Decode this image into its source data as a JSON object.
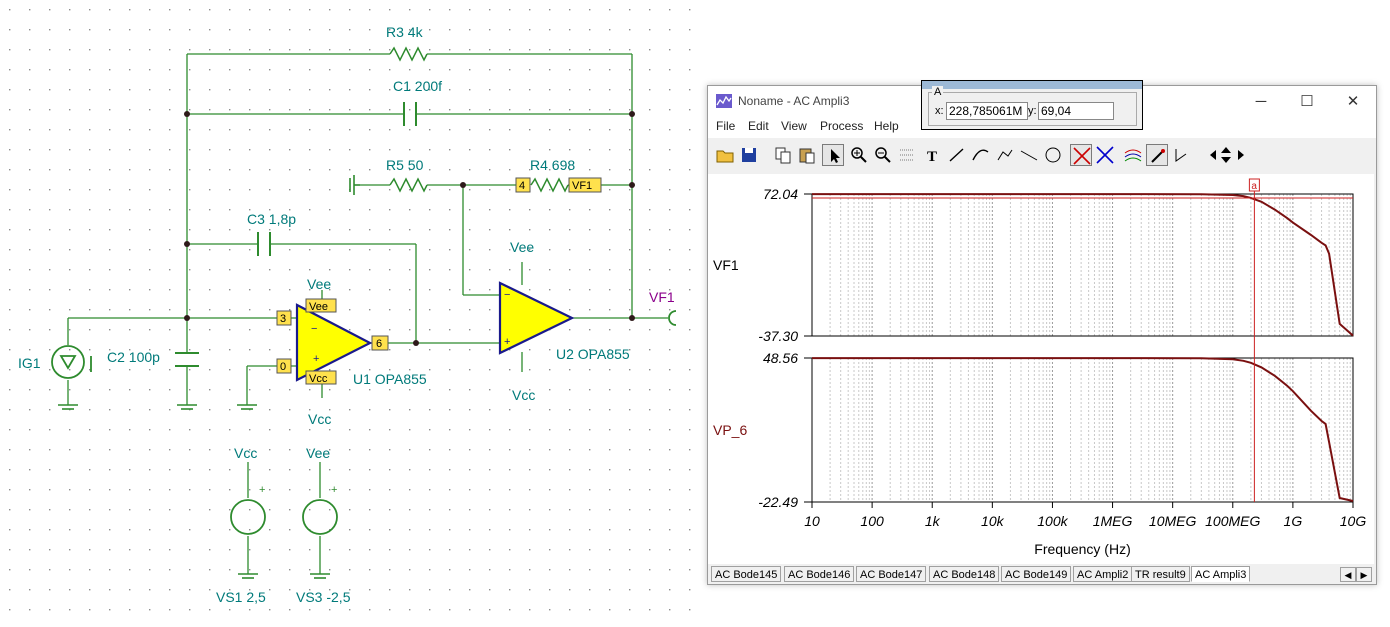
{
  "schematic": {
    "components": {
      "r3": "R3 4k",
      "c1": "C1 200f",
      "r5": "R5 50",
      "r4": "R4 698",
      "c3": "C3 1,8p",
      "c2": "C2 100p",
      "ig1": "IG1",
      "u1": "U1 OPA855",
      "u2": "U2 OPA855",
      "vs1": "VS1 2,5",
      "vs3": "VS3 -2,5"
    },
    "nets": {
      "vee_u1": "Vee",
      "vcc_u1": "Vcc",
      "vee_u2": "Vee",
      "vcc_u2": "Vcc",
      "vcc_src": "Vcc",
      "vee_src": "Vee",
      "vf1": "VF1"
    },
    "pin_labels": {
      "p3": "3",
      "p0": "0",
      "p6": "6",
      "p4": "4",
      "vee_box": "Vee",
      "vcc_box": "Vcc",
      "vf1_box": "VF1"
    },
    "colors": {
      "wire": "#2e8b2e",
      "text": "#007a7a",
      "opamp_fill": "#ffff00",
      "opamp_stroke": "#1a1a8c",
      "vf1_text": "#8b008b"
    }
  },
  "window": {
    "title": "Noname - AC Ampli3",
    "controls": {
      "minimize": "─",
      "maximize": "☐",
      "close": "✕"
    },
    "menu": [
      "File",
      "Edit",
      "View",
      "Process",
      "Help"
    ],
    "toolbar_icons": [
      "open-icon",
      "save-icon",
      "copy-icon",
      "paste-icon",
      "pointer-icon",
      "zoom-in-icon",
      "zoom-out-icon",
      "grid-icon",
      "text-icon",
      "line-tool-icon",
      "curve-tool-icon",
      "label-tool-icon",
      "straight-line-icon",
      "circle-icon",
      "cursor-a-icon",
      "cursor-b-icon",
      "curves-icon",
      "marker-icon",
      "step-icon",
      "scroll-left-icon",
      "scroll-up-down-icon",
      "scroll-right-icon"
    ],
    "tabs": [
      "AC Bode145",
      "AC Bode146",
      "AC Bode147",
      "AC Bode148",
      "AC Bode149",
      "AC Ampli2",
      "TR result9",
      "AC Ampli3"
    ],
    "active_tab": "AC Ampli3"
  },
  "cursor_dialog": {
    "group": "A",
    "x_label": "x:",
    "x_value": "228,785061M",
    "y_label": "y:",
    "y_value": "69,04",
    "marker": "a"
  },
  "chart_data": [
    {
      "type": "line",
      "ylabel": "VF1",
      "ylim": [
        -37.3,
        72.04
      ],
      "y_tick_labels": [
        "72.04",
        "-37.30"
      ],
      "x_scale": "log",
      "xlim": [
        10,
        10000000000
      ],
      "grid": true,
      "color": "#7a1010",
      "x": [
        10,
        1000,
        1000000,
        30000000,
        100000000,
        150000000,
        200000000,
        300000000,
        500000000,
        800000000,
        1000000000,
        2000000000,
        3000000000,
        3500000000,
        4000000000,
        6000000000,
        10000000000
      ],
      "y": [
        72.0,
        72.0,
        72.0,
        71.9,
        71.3,
        70.4,
        69.0,
        66.0,
        60.0,
        53.5,
        50.0,
        40.5,
        34.5,
        32.5,
        26.0,
        -28.0,
        -37.0
      ]
    },
    {
      "type": "line",
      "ylabel": "VP_6",
      "ylim": [
        -22.49,
        48.56
      ],
      "y_tick_labels": [
        "48.56",
        "-22.49"
      ],
      "x_scale": "log",
      "xlim": [
        10,
        10000000000
      ],
      "x_tick_labels": [
        "10",
        "100",
        "1k",
        "10k",
        "100k",
        "1MEG",
        "10MEG",
        "100MEG",
        "1G",
        "10G"
      ],
      "xlabel": "Frequency (Hz)",
      "grid": true,
      "color": "#7a1010",
      "x": [
        10,
        1000,
        1000000,
        30000000,
        100000000,
        150000000,
        200000000,
        300000000,
        500000000,
        800000000,
        1000000000,
        2000000000,
        3000000000,
        3500000000,
        4000000000,
        6000000000,
        10000000000
      ],
      "y": [
        48.5,
        48.5,
        48.5,
        48.4,
        47.9,
        47.2,
        46.2,
        43.9,
        39.8,
        34.9,
        32.2,
        22.5,
        17.5,
        16.0,
        7.0,
        -20.5,
        -22.0
      ]
    }
  ],
  "cursor_x_value": 228785061
}
